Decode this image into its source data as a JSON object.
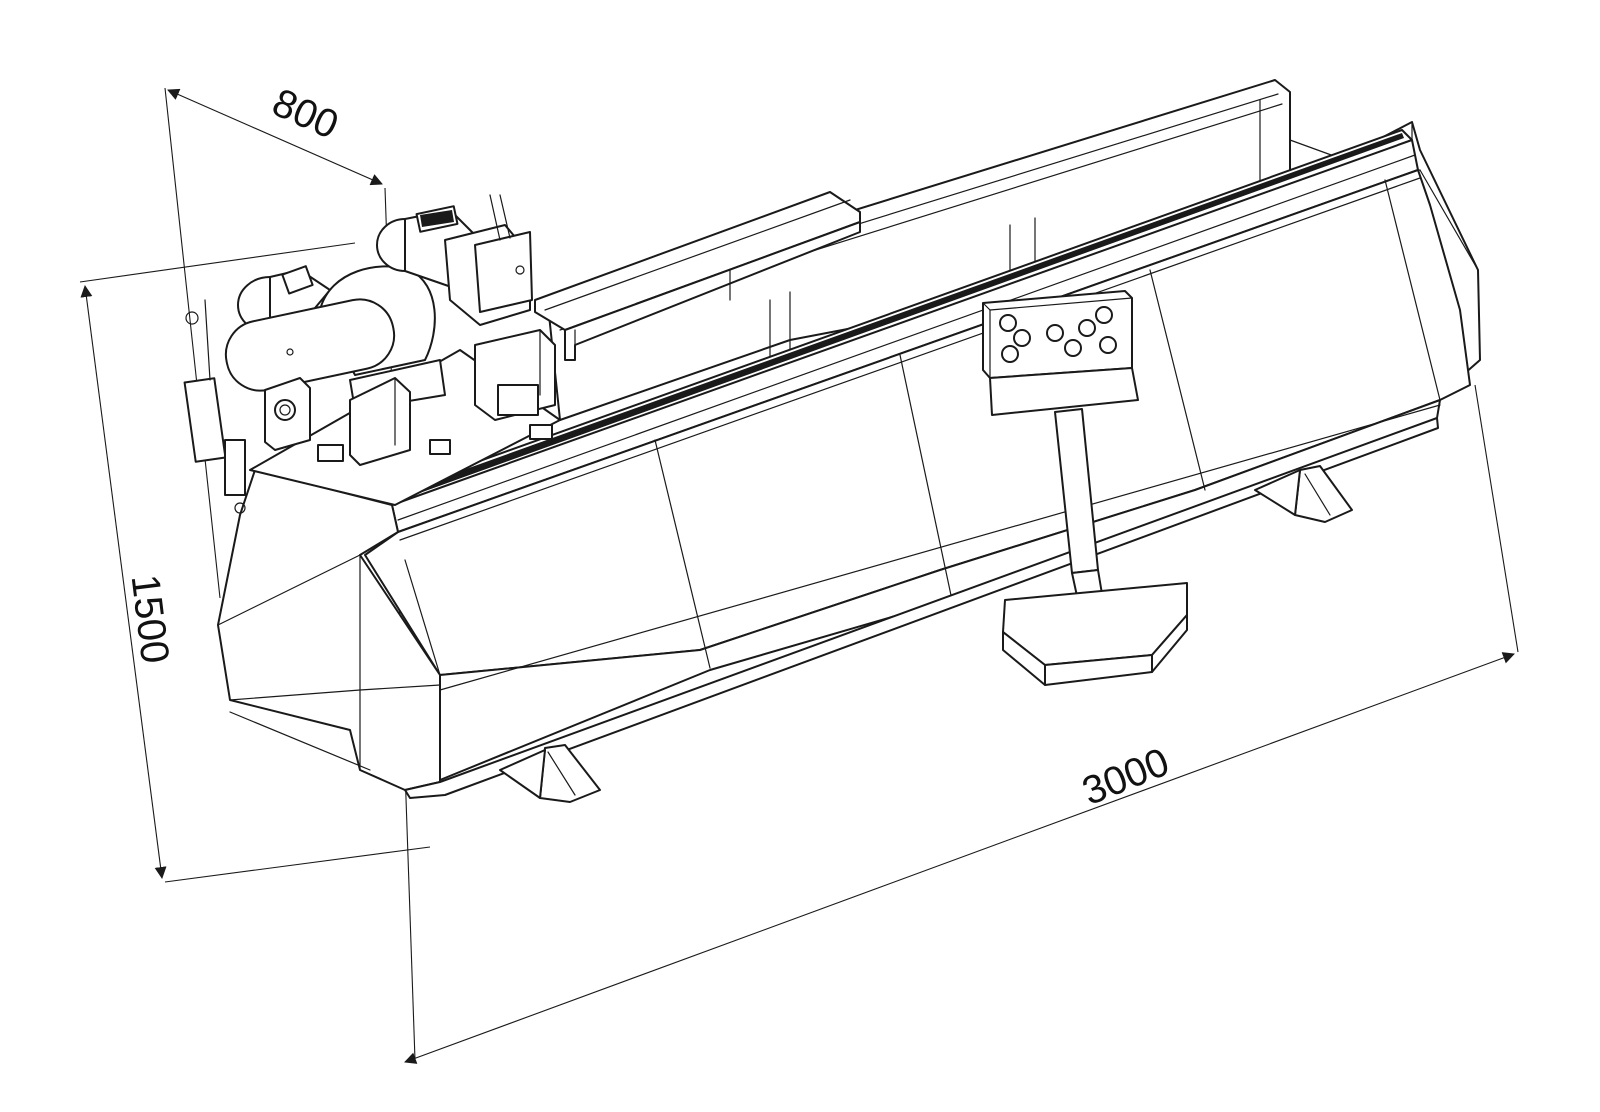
{
  "dimensions": {
    "depth": "800",
    "height": "1500",
    "length": "3000"
  },
  "colors": {
    "line": "#1a1a1a",
    "background": "#ffffff"
  }
}
